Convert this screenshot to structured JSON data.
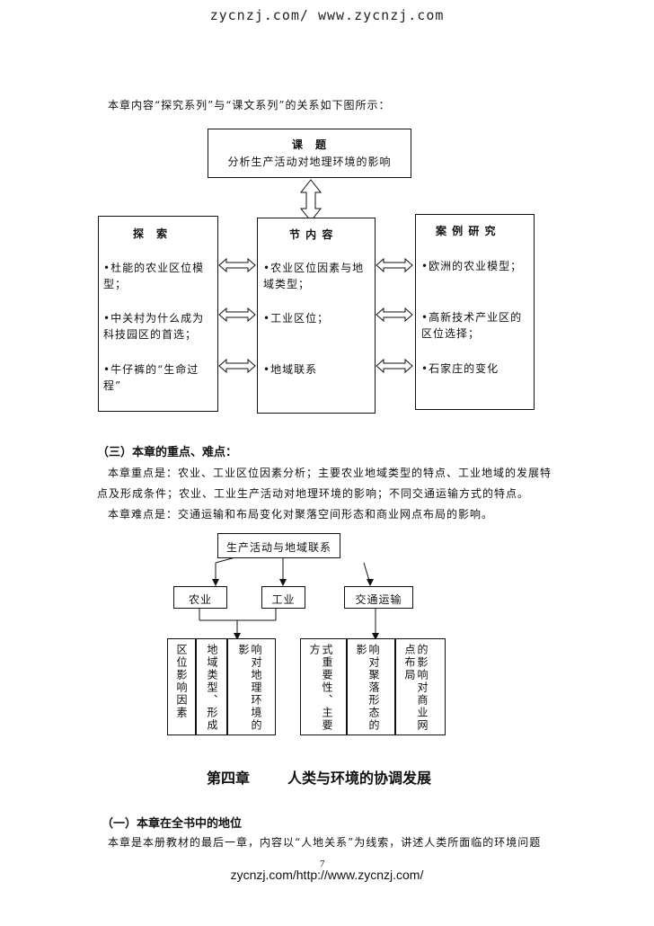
{
  "header": {
    "url_text": "zycnzj.com/ www.zycnzj.com"
  },
  "intro": {
    "text": "本章内容“探究系列”与“课文系列”的关系如下图所示："
  },
  "diagram1": {
    "topic_title": "课　题",
    "topic_text": "分析生产活动对地理环境的影响",
    "left_title": "探　索",
    "left_items": [
      "•杜能的农业区位模",
      "型；",
      "•中关村为什么成为",
      "科技园区的首选；",
      "•牛仔裤的“生命过",
      "程”"
    ],
    "mid_title": "节 内 容",
    "mid_items": [
      "•农业区位因素与地",
      "域类型；",
      "•工业区位；",
      "•地域联系"
    ],
    "right_title": "案 例 研 究",
    "right_items": [
      "•欧洲的农业模型；",
      "•高新技术产业区的",
      "区位选择；",
      "•石家庄的变化"
    ]
  },
  "section3": {
    "heading": "（三）本章的重点、难点：",
    "line1": "本章重点是：农业、工业区位因素分析；主要农业地域类型的特点、工业地域的发展特",
    "line2": "点及形成条件；农业、工业生产活动对地理环境的影响；不同交通运输方式的特点。",
    "line3": "本章难点是：交通运输和布局变化对聚落空间形态和商业网点布局的影响。"
  },
  "diagram2": {
    "root": "生产活动与地域联系",
    "agri": "农业",
    "ind": "工业",
    "trans": "交通运输",
    "col1": "区位影响因素",
    "col2": "地域类型、形成",
    "col3": "响对地理环境的影",
    "col4": "式重要性、主要方",
    "col5": "响对聚落形态的影",
    "col6": "的影响对商业网点布局"
  },
  "chapter": {
    "num": "第四章",
    "title": "人类与环境的协调发展"
  },
  "section1": {
    "heading": "（一）本章在全书中的地位",
    "line1": "本章是本册教材的最后一章，内容以“人地关系”为线索，讲述人类所面临的环境问题"
  },
  "footer": {
    "page_number": "7",
    "url_text": "zycnzj.com/http://www.zycnzj.com/"
  }
}
